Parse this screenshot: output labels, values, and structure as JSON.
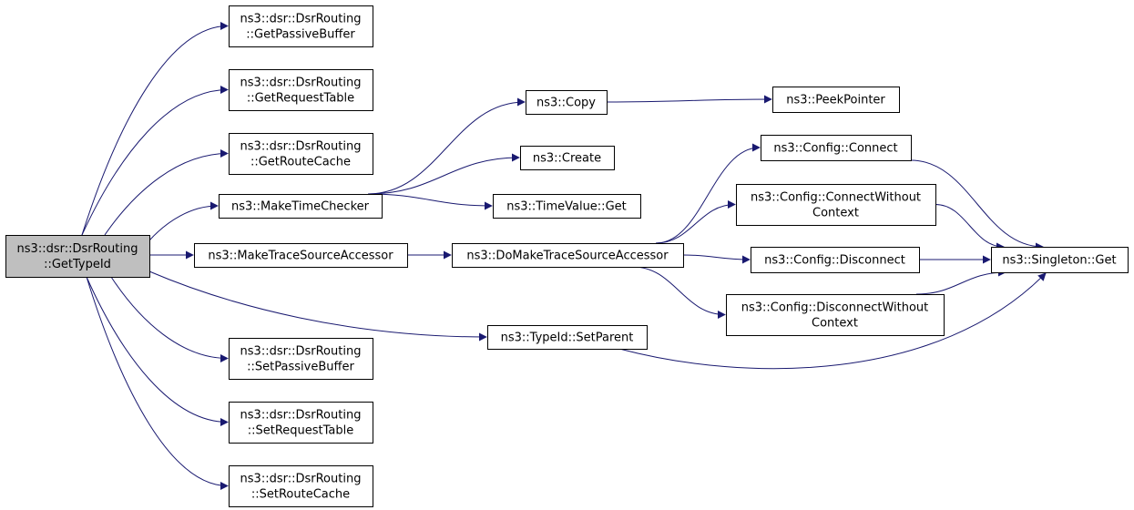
{
  "diagram": {
    "edge_color": "#191970",
    "root_fill": "#bfbfbf",
    "nodes": {
      "root": [
        "ns3::dsr::DsrRouting",
        "::GetTypeId"
      ],
      "get_passive_buffer": [
        "ns3::dsr::DsrRouting",
        "::GetPassiveBuffer"
      ],
      "get_request_table": [
        "ns3::dsr::DsrRouting",
        "::GetRequestTable"
      ],
      "get_route_cache": [
        "ns3::dsr::DsrRouting",
        "::GetRouteCache"
      ],
      "make_time_checker": [
        "ns3::MakeTimeChecker"
      ],
      "make_trace_source_accessor": [
        "ns3::MakeTraceSourceAccessor"
      ],
      "set_passive_buffer": [
        "ns3::dsr::DsrRouting",
        "::SetPassiveBuffer"
      ],
      "set_request_table": [
        "ns3::dsr::DsrRouting",
        "::SetRequestTable"
      ],
      "set_route_cache": [
        "ns3::dsr::DsrRouting",
        "::SetRouteCache"
      ],
      "copy": [
        "ns3::Copy"
      ],
      "create": [
        "ns3::Create"
      ],
      "time_value_get": [
        "ns3::TimeValue::Get"
      ],
      "do_make_trace_source_accessor": [
        "ns3::DoMakeTraceSourceAccessor"
      ],
      "type_id_set_parent": [
        "ns3::TypeId::SetParent"
      ],
      "peek_pointer": [
        "ns3::PeekPointer"
      ],
      "config_connect": [
        "ns3::Config::Connect"
      ],
      "config_connect_without_context": [
        "ns3::Config::ConnectWithout",
        "Context"
      ],
      "config_disconnect": [
        "ns3::Config::Disconnect"
      ],
      "config_disconnect_without_context": [
        "ns3::Config::DisconnectWithout",
        "Context"
      ],
      "singleton_get": [
        "ns3::Singleton::Get"
      ]
    },
    "edges": [
      [
        "root",
        "get_passive_buffer"
      ],
      [
        "root",
        "get_request_table"
      ],
      [
        "root",
        "get_route_cache"
      ],
      [
        "root",
        "make_time_checker"
      ],
      [
        "root",
        "make_trace_source_accessor"
      ],
      [
        "root",
        "type_id_set_parent"
      ],
      [
        "root",
        "set_passive_buffer"
      ],
      [
        "root",
        "set_request_table"
      ],
      [
        "root",
        "set_route_cache"
      ],
      [
        "make_time_checker",
        "copy"
      ],
      [
        "make_time_checker",
        "create"
      ],
      [
        "make_time_checker",
        "time_value_get"
      ],
      [
        "make_trace_source_accessor",
        "do_make_trace_source_accessor"
      ],
      [
        "copy",
        "peek_pointer"
      ],
      [
        "do_make_trace_source_accessor",
        "config_connect"
      ],
      [
        "do_make_trace_source_accessor",
        "config_connect_without_context"
      ],
      [
        "do_make_trace_source_accessor",
        "config_disconnect"
      ],
      [
        "do_make_trace_source_accessor",
        "config_disconnect_without_context"
      ],
      [
        "config_connect",
        "singleton_get"
      ],
      [
        "config_connect_without_context",
        "singleton_get"
      ],
      [
        "config_disconnect",
        "singleton_get"
      ],
      [
        "config_disconnect_without_context",
        "singleton_get"
      ],
      [
        "type_id_set_parent",
        "singleton_get"
      ]
    ]
  }
}
